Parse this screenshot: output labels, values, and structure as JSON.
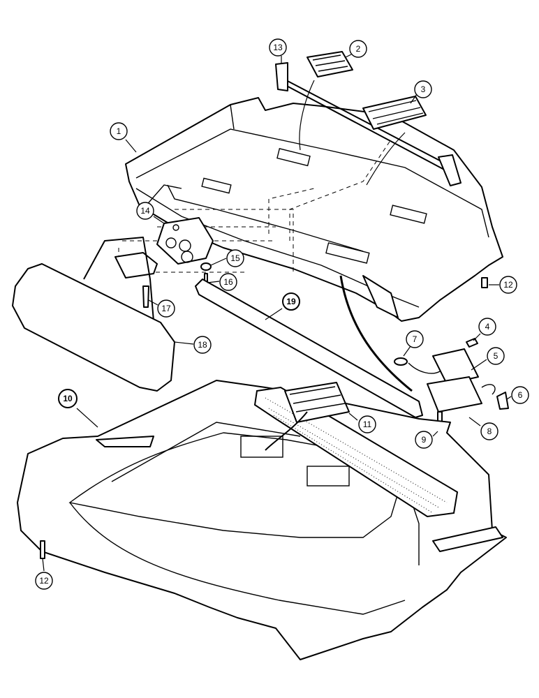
{
  "callouts": [
    {
      "id": "1",
      "label": "1"
    },
    {
      "id": "2",
      "label": "2"
    },
    {
      "id": "3",
      "label": "3"
    },
    {
      "id": "4",
      "label": "4"
    },
    {
      "id": "5",
      "label": "5"
    },
    {
      "id": "6",
      "label": "6"
    },
    {
      "id": "7",
      "label": "7"
    },
    {
      "id": "8",
      "label": "8"
    },
    {
      "id": "9",
      "label": "9"
    },
    {
      "id": "10",
      "label": "10"
    },
    {
      "id": "11",
      "label": "11"
    },
    {
      "id": "12a",
      "label": "12"
    },
    {
      "id": "12b",
      "label": "12"
    },
    {
      "id": "13",
      "label": "13"
    },
    {
      "id": "14",
      "label": "14"
    },
    {
      "id": "15",
      "label": "15"
    },
    {
      "id": "16",
      "label": "16"
    },
    {
      "id": "17",
      "label": "17"
    },
    {
      "id": "18",
      "label": "18"
    },
    {
      "id": "19",
      "label": "19"
    }
  ]
}
